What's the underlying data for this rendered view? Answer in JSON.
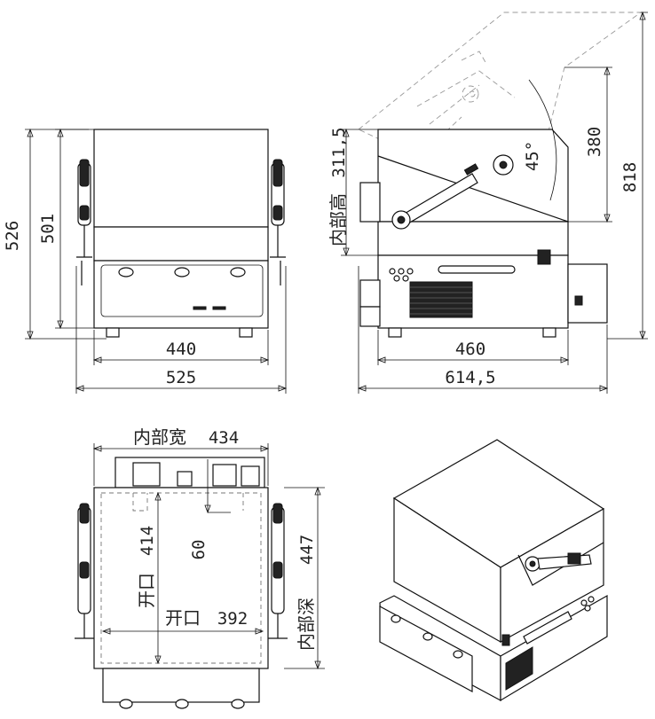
{
  "views": {
    "front": {
      "height_outer": "526",
      "height_inner": "501",
      "width_inner": "440",
      "width_outer": "525"
    },
    "side": {
      "inner_height_label": "内部高",
      "inner_height_value": "311,5",
      "lid_angle": "45°",
      "lid_height": "380",
      "total_height_open": "818",
      "width_inner": "460",
      "width_outer": "614,5"
    },
    "top": {
      "inner_width_label": "内部宽",
      "inner_width_value": "434",
      "opening_height_label": "开口",
      "opening_height_value": "414",
      "offset_value": "60",
      "opening_width_label": "开口",
      "opening_width_value": "392",
      "inner_depth_label": "内部深",
      "inner_depth_value": "447"
    }
  },
  "colors": {
    "line": "#111111",
    "hidden": "#999999",
    "background": "#ffffff"
  }
}
